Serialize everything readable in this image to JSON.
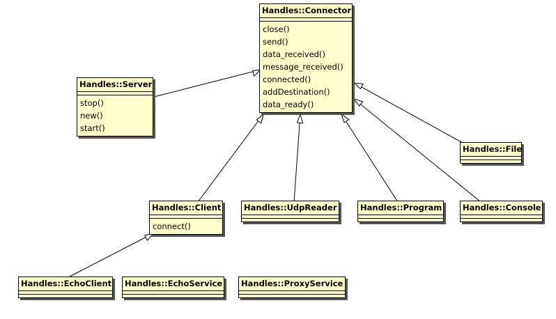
{
  "classes": {
    "connector": {
      "name": "Handles::Connector",
      "ops": [
        "close()",
        "send()",
        "data_received()",
        "message_received()",
        "connected()",
        "addDestination()",
        "data_ready()"
      ]
    },
    "server": {
      "name": "Handles::Server",
      "ops": [
        "stop()",
        "new()",
        "start()"
      ]
    },
    "file": {
      "name": "Handles::File"
    },
    "client": {
      "name": "Handles::Client",
      "ops": [
        "connect()"
      ]
    },
    "udpreader": {
      "name": "Handles::UdpReader"
    },
    "program": {
      "name": "Handles::Program"
    },
    "console": {
      "name": "Handles::Console"
    },
    "echoclient": {
      "name": "Handles::EchoClient"
    },
    "echoservice": {
      "name": "Handles::EchoService"
    },
    "proxyservice": {
      "name": "Handles::ProxyService"
    }
  },
  "relations": [
    {
      "type": "generalization",
      "from": "server",
      "to": "connector"
    },
    {
      "type": "generalization",
      "from": "client",
      "to": "connector"
    },
    {
      "type": "generalization",
      "from": "udpreader",
      "to": "connector"
    },
    {
      "type": "generalization",
      "from": "program",
      "to": "connector"
    },
    {
      "type": "generalization",
      "from": "console",
      "to": "connector"
    },
    {
      "type": "generalization",
      "from": "file",
      "to": "connector"
    },
    {
      "type": "generalization",
      "from": "echoclient",
      "to": "client"
    }
  ]
}
